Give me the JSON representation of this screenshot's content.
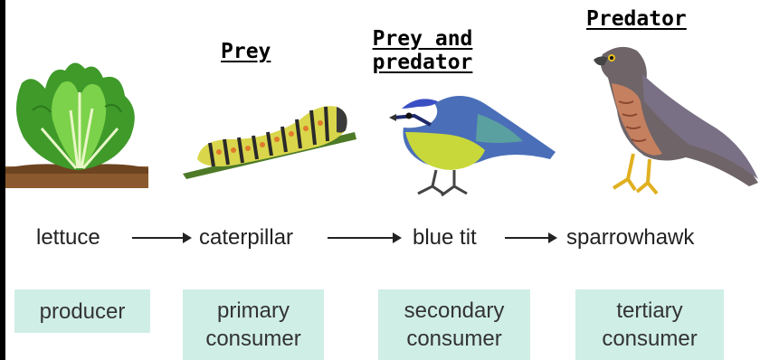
{
  "roles": {
    "prey": "Prey",
    "prey_predator_line1": "Prey and",
    "prey_predator_line2": "predator",
    "predator": "Predator"
  },
  "food_chain": {
    "organisms": [
      "lettuce",
      "caterpillar",
      "blue tit",
      "sparrowhawk"
    ]
  },
  "trophic_levels": [
    {
      "line1": "producer",
      "line2": ""
    },
    {
      "line1": "primary",
      "line2": "consumer"
    },
    {
      "line1": "secondary",
      "line2": "consumer"
    },
    {
      "line1": "tertiary",
      "line2": "consumer"
    }
  ],
  "colors": {
    "level_box": "#cfeee6",
    "lettuce_green": "#4caf2e",
    "caterpillar": "#d8d24a",
    "blue_tit_cap": "#3b4fc4",
    "blue_tit_belly": "#c6d63a",
    "hawk_body": "#7a6a6a",
    "hawk_breast": "#c07a5a"
  },
  "icons": [
    "lettuce-icon",
    "caterpillar-icon",
    "blue-tit-icon",
    "sparrowhawk-icon"
  ]
}
